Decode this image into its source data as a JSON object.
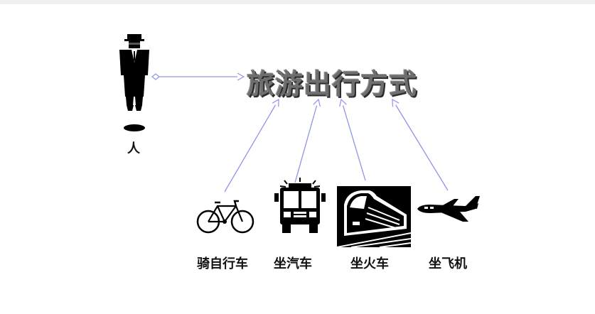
{
  "title": "旅游出行方式",
  "person_label": "人",
  "modes": [
    {
      "label": "骑自行车",
      "icon": "bicycle-icon"
    },
    {
      "label": "坐汽车",
      "icon": "fire-truck-icon"
    },
    {
      "label": "坐火车",
      "icon": "train-icon"
    },
    {
      "label": "坐飞机",
      "icon": "airplane-icon"
    }
  ],
  "colors": {
    "arrow": "#8f93e8",
    "title": "#6e6e6e",
    "icon": "#000000"
  }
}
